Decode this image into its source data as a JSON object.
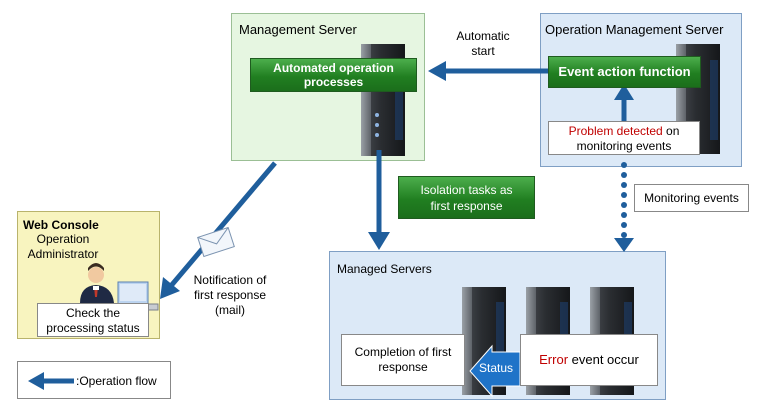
{
  "management_server": {
    "title": "Management Server",
    "process_label_1": "Automated operation",
    "process_label_2": "processes",
    "color": "#e6f6e1"
  },
  "operation_management_server": {
    "title": "Operation Management Server",
    "event_action_label": "Event action function",
    "problem_red": "Problem detected",
    "problem_rest_1": " on",
    "problem_rest_2": "monitoring events",
    "color": "#dce9f7"
  },
  "automatic_start": {
    "line1": "Automatic",
    "line2": "start"
  },
  "isolation_tasks": {
    "line1": "Isolation tasks as",
    "line2": "first response"
  },
  "monitoring_events": "Monitoring events",
  "web_console": {
    "title": "Web Console",
    "role_1": "Operation",
    "role_2": "Administrator",
    "check_1": "Check the",
    "check_2": "processing status",
    "color": "#f8f4bf"
  },
  "notification": {
    "line1": "Notification of",
    "line2": "first response",
    "line3": "(mail)"
  },
  "managed_servers": {
    "title": "Managed Servers",
    "completion_1": "Completion of first",
    "completion_2": "response",
    "status_label": "Status",
    "error_red": "Error",
    "error_rest": " event occur"
  },
  "legend": {
    "label": ":Operation flow"
  },
  "colors": {
    "arrow": "#1f5e9c",
    "green": "#217f21"
  }
}
